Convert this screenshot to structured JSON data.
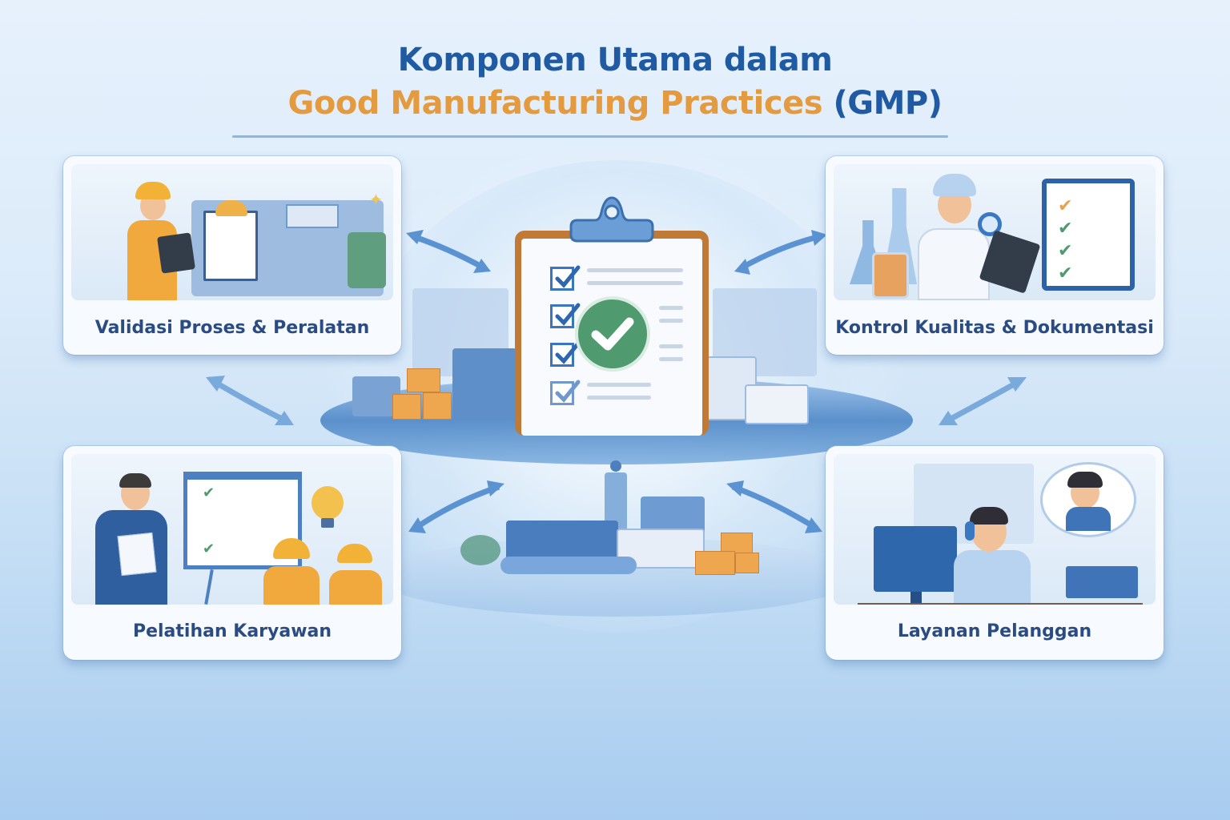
{
  "header": {
    "title_line1": "Komponen Utama dalam",
    "title_line2_main": "Good Manufacturing Practices",
    "title_line2_acronym": "(GMP)"
  },
  "colors": {
    "title_blue": "#1f5aa3",
    "title_orange": "#e49a3e",
    "label_blue": "#2b4c82",
    "check_green": "#4f9a6e",
    "divider": "#8fb6df"
  },
  "center": {
    "icon": "clipboard-checklist-icon",
    "badge_icon": "check-circle-icon",
    "checklist_items": 4
  },
  "components": [
    {
      "position": "top-left",
      "label": "Validasi Proses & Peralatan",
      "illustration": "worker-with-tablet-and-machinery"
    },
    {
      "position": "top-right",
      "label": "Kontrol Kualitas & Dokumentasi",
      "illustration": "lab-scientist-with-magnifier-and-checklist"
    },
    {
      "position": "bottom-left",
      "label": "Pelatihan Karyawan",
      "illustration": "trainer-presenting-checklist-to-workers"
    },
    {
      "position": "bottom-right",
      "label": "Layanan Pelanggan",
      "illustration": "customer-service-agent-with-headset"
    }
  ],
  "connectors": {
    "type": "double-headed-arrows",
    "count": 6
  }
}
